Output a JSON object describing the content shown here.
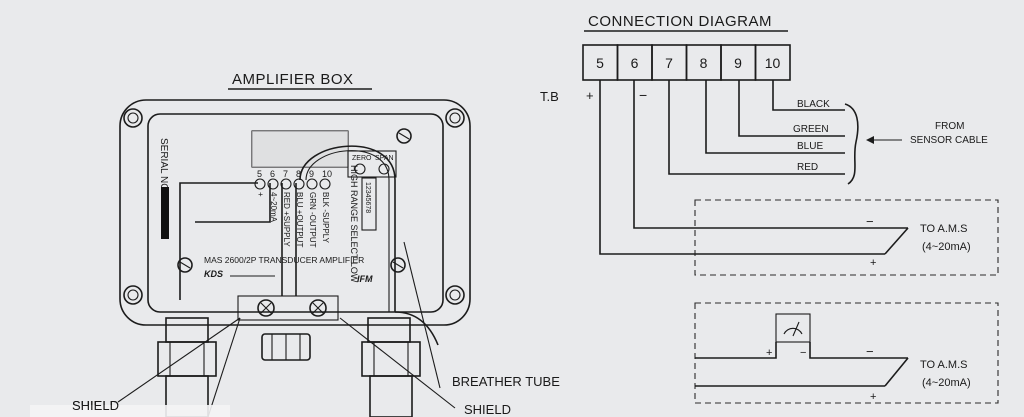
{
  "amplifier_box": {
    "title": "AMPLIFIER BOX",
    "serial_label": "SERIAL NO.",
    "terminal_numbers": [
      "5",
      "6",
      "7",
      "8",
      "9",
      "10"
    ],
    "terminal_labels": [
      "+",
      "4~20mA",
      "RED +SUPPLY",
      "BLU +OUTPUT",
      "GRN -OUTPUT",
      "BLK -SUPPLY"
    ],
    "range_select_label": "HIGH RANGE SELECT LOW",
    "dip_label": "12345678",
    "zero_label": "ZERO",
    "span_label": "SPAN",
    "amplifier_label": "MAS 2600/2P TRANSDUCER AMPLIFIER",
    "brand_label": "KDS",
    "brand_sub": "",
    "ifm_label": "IFM"
  },
  "callouts": {
    "shield_left": "SHIELD",
    "breather_tube": "BREATHER TUBE",
    "shield_bottom": "SHIELD"
  },
  "connection_diagram": {
    "title": "CONNECTION DIAGRAM",
    "tb_label": "T.B",
    "terminals": [
      "5",
      "6",
      "7",
      "8",
      "9",
      "10"
    ],
    "plus": "+",
    "minus": "−",
    "wires": [
      "BLACK",
      "GREEN",
      "BLUE",
      "RED"
    ],
    "from_sensor": [
      "FROM",
      "SENSOR CABLE"
    ],
    "ams_1": {
      "to": "TO A.M.S",
      "range": "(4~20mA)",
      "minus": "−",
      "plus": "+"
    },
    "ams_2": {
      "to": "TO A.M.S",
      "range": "(4~20mA)",
      "minus": "−",
      "plus": "+",
      "meter_plus": "+",
      "meter_minus": "−"
    }
  }
}
